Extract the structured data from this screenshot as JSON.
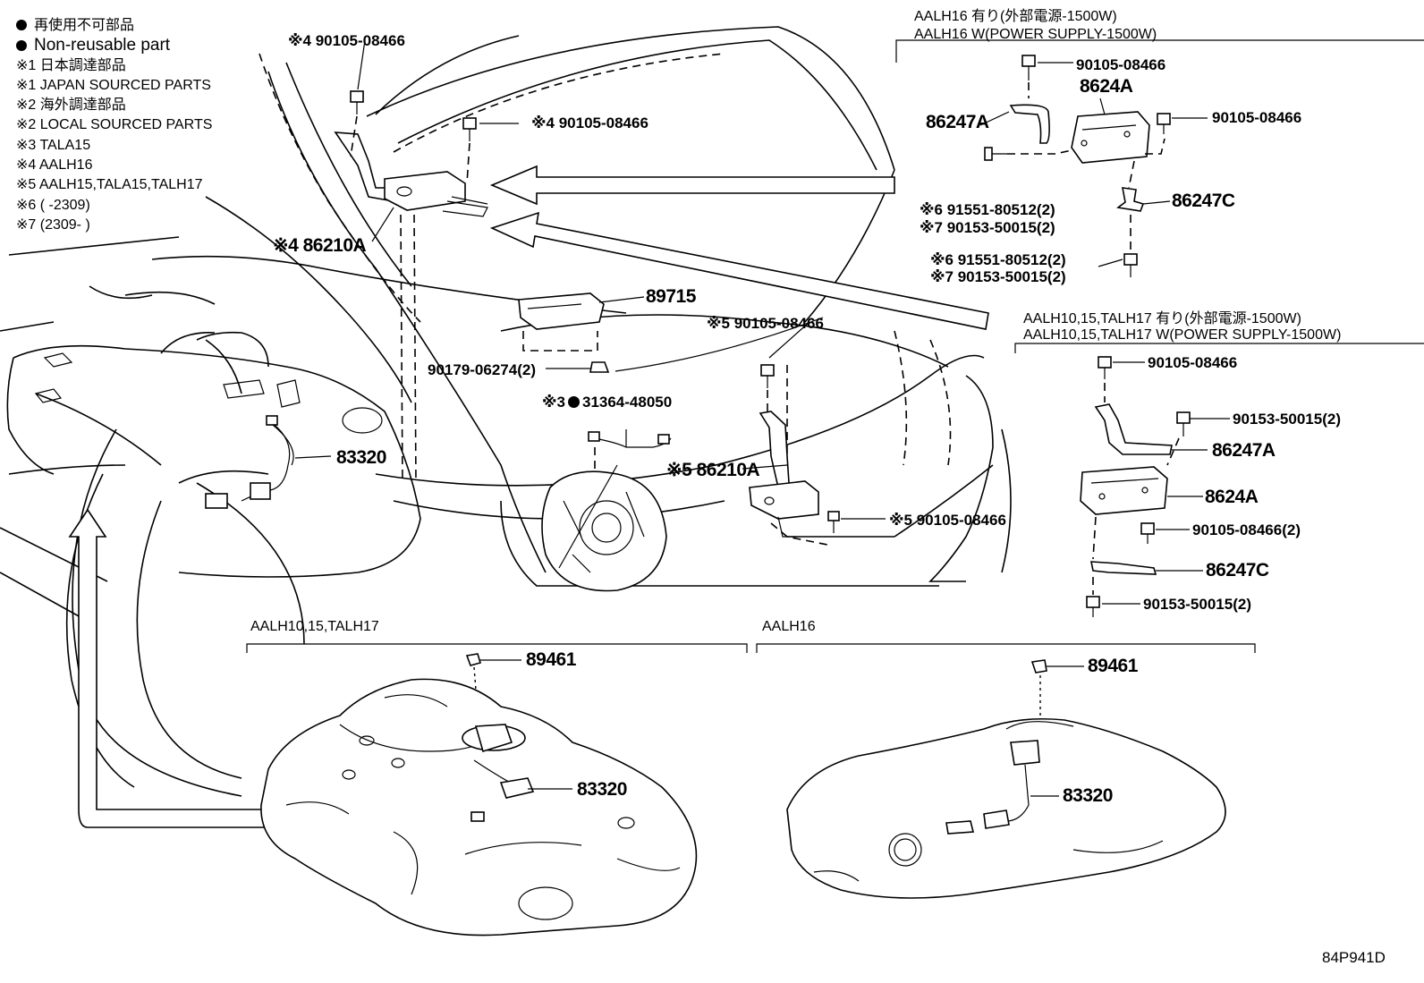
{
  "legend": {
    "non_reusable_ja": "再使用不可部品",
    "non_reusable_en": "Non-reusable part",
    "notes": [
      "※1 日本調達部品",
      "※1 JAPAN SOURCED PARTS",
      "※2 海外調達部品",
      "※2 LOCAL SOURCED PARTS",
      "※3 TALA15",
      "※4 AALH16",
      "※5 AALH15,TALA15,TALH17",
      "※6 (        -2309)",
      "※7 (2309-        )"
    ]
  },
  "headers": {
    "aalh16_ja": "AALH16 有り(外部電源-1500W)",
    "aalh16_en": "AALH16 W(POWER SUPPLY-1500W)",
    "aalh10_ja": "AALH10,15,TALH17 有り(外部電源-1500W)",
    "aalh10_en": "AALH10,15,TALH17 W(POWER SUPPLY-1500W)",
    "bottom_left": "AALH10,15,TALH17",
    "bottom_right": "AALH16"
  },
  "parts": {
    "bolt_top_left": "※4 90105-08466",
    "bolt_mid": "※4 90105-08466",
    "ecu_left": "※4 86210A",
    "p89715": "89715",
    "p90179": "90179-06274(2)",
    "bolt_s5_top": "※5 90105-08466",
    "p31364": "31364-48050",
    "p31364_prefix": "※3",
    "p83320_main": "83320",
    "ecu_s5": "※5 86210A",
    "bolt_s5_bottom": "※5 90105-08466",
    "r_bolt1": "90105-08466",
    "r_8624A": "8624A",
    "r_86247A": "86247A",
    "r_bolt2": "90105-08466",
    "r_86247C": "86247C",
    "r_s6a": "※6 91551-80512(2)",
    "r_s7a": "※7 90153-50015(2)",
    "r_s6b": "※6 91551-80512(2)",
    "r_s7b": "※7 90153-50015(2)",
    "m_bolt1": "90105-08466",
    "m_bolt2": "90153-50015(2)",
    "m_86247A": "86247A",
    "m_8624A": "8624A",
    "m_bolt3": "90105-08466(2)",
    "m_86247C": "86247C",
    "m_bolt4": "90153-50015(2)",
    "bl_89461": "89461",
    "bl_83320": "83320",
    "br_89461": "89461",
    "br_83320": "83320"
  },
  "diagram_id": "84P941D"
}
